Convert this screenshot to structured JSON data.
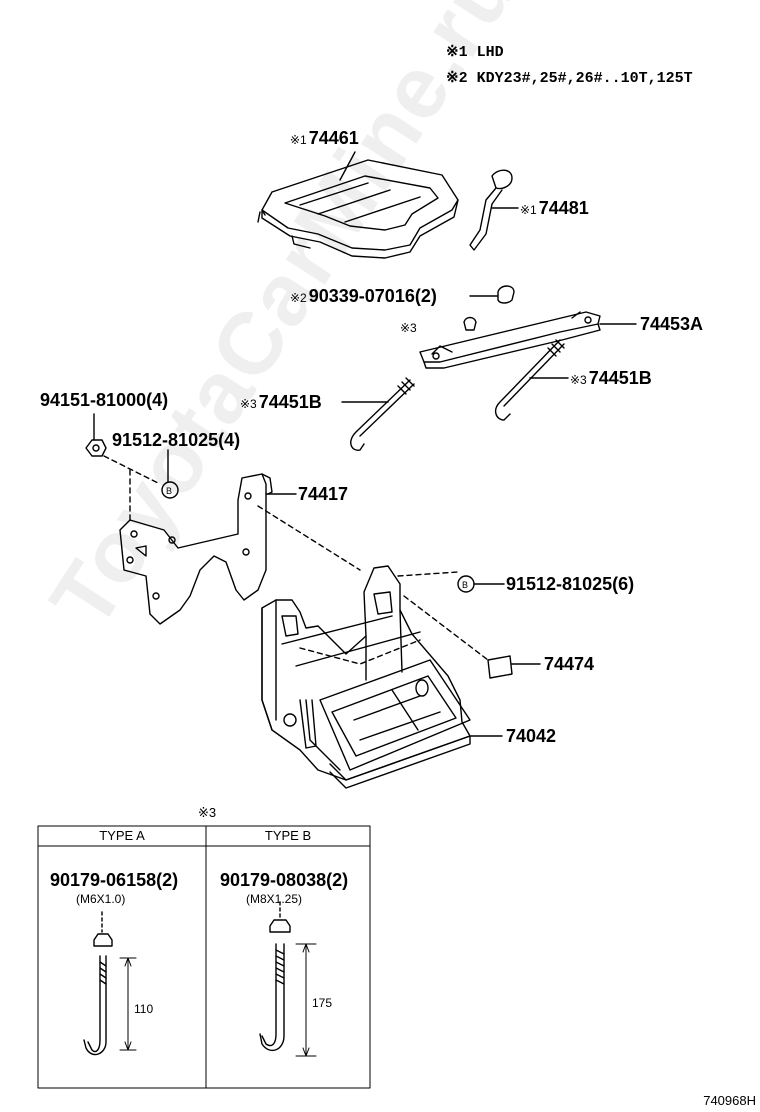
{
  "notes": [
    {
      "mark": "※1",
      "text": "LHD"
    },
    {
      "mark": "※2",
      "text": "KDY23#,25#,26#..10T,125T"
    }
  ],
  "callouts": {
    "p74461": {
      "mark": "※1",
      "num": "74461"
    },
    "p74481": {
      "mark": "※1",
      "num": "74481"
    },
    "p90339": {
      "mark": "※2",
      "num": "90339-07016(2)"
    },
    "p74453a_mark": {
      "mark": "※3"
    },
    "p74453a": {
      "num": "74453A"
    },
    "p74451b_left": {
      "mark": "※3",
      "num": "74451B"
    },
    "p74451b_right": {
      "mark": "※3",
      "num": "74451B"
    },
    "p94151": {
      "num": "94151-81000(4)"
    },
    "p91512_4": {
      "num": "91512-81025(4)"
    },
    "p74417": {
      "num": "74417"
    },
    "p91512_6": {
      "num": "91512-81025(6)"
    },
    "p74474": {
      "num": "74474"
    },
    "p74042": {
      "num": "74042"
    }
  },
  "detail_box": {
    "mark": "※3",
    "type_a": {
      "header": "TYPE A",
      "part": "90179-06158(2)",
      "spec": "(M6X1.0)",
      "length": "110"
    },
    "type_b": {
      "header": "TYPE B",
      "part": "90179-08038(2)",
      "spec": "(M8X1.25)",
      "length": "175"
    }
  },
  "drawing_code": "740968H",
  "watermark": "ToyotaCarMine.ru"
}
